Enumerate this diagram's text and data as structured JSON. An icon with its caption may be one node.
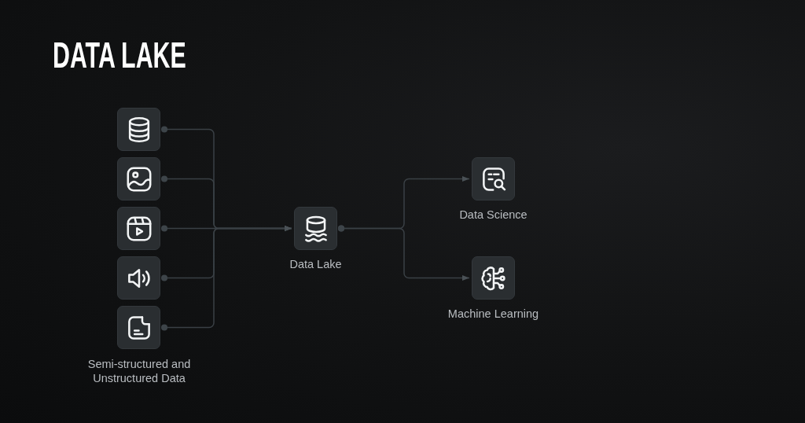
{
  "diagram": {
    "title": "DATA LAKE",
    "nodes": [
      {
        "text": [],
        "shape": "box"
      },
      {
        "text": [],
        "shape": "box"
      },
      {
        "text": [],
        "shape": "box"
      },
      {
        "text": [],
        "shape": "box"
      },
      {
        "text": [],
        "shape": "box"
      },
      {
        "text": [],
        "shape": "box",
        "beside": [
          "Data Lake"
        ]
      },
      {
        "text": [],
        "shape": "box",
        "beside": [
          "Data Science"
        ]
      },
      {
        "text": [],
        "shape": "box",
        "beside": [
          "Machine Learning"
        ]
      }
    ],
    "edges": [
      {
        "from": 0,
        "to": 5,
        "arrow": "to"
      },
      {
        "from": 1,
        "to": 5,
        "arrow": "to"
      },
      {
        "from": 2,
        "to": 5,
        "arrow": "to"
      },
      {
        "from": 3,
        "to": 5,
        "arrow": "to"
      },
      {
        "from": 4,
        "to": 5,
        "arrow": "to"
      },
      {
        "from": 5,
        "to": 6,
        "arrow": "to"
      },
      {
        "from": 5,
        "to": 7,
        "arrow": "to"
      }
    ],
    "labels": [
      "Semi-structured and Unstructured Data"
    ]
  }
}
